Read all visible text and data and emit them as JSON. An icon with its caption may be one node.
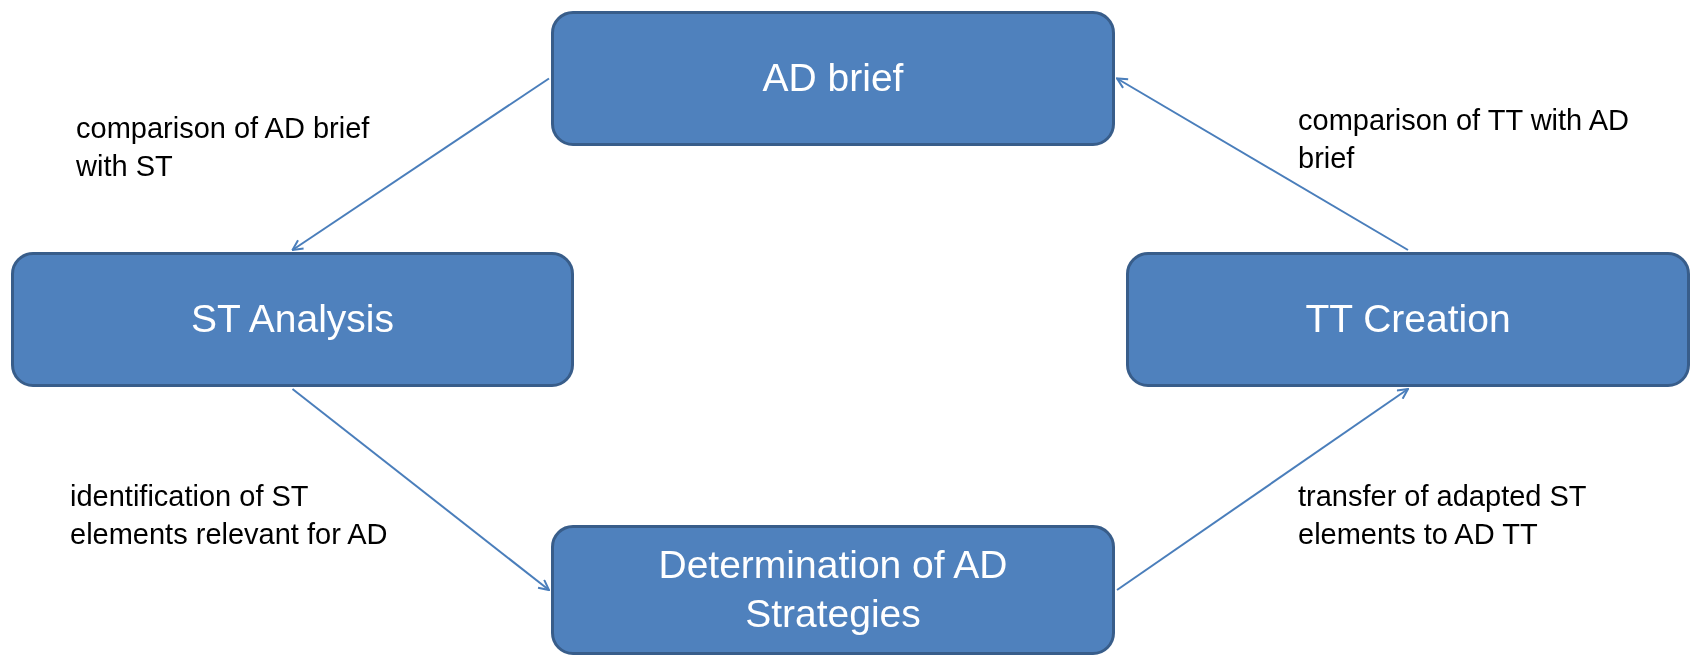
{
  "diagram": {
    "nodes": [
      {
        "text": [
          "AD brief"
        ]
      },
      {
        "text": [
          "ST Analysis"
        ]
      },
      {
        "text": [
          "TT Creation"
        ]
      },
      {
        "text": [
          "Determination of AD Strategies"
        ]
      }
    ],
    "edges": [
      {
        "from": 0,
        "to": 1,
        "arrow": "to",
        "label": "comparison of AD brief with ST"
      },
      {
        "from": 1,
        "to": 3,
        "arrow": "to",
        "label": "identification of ST elements relevant for AD"
      },
      {
        "from": 3,
        "to": 2,
        "arrow": "to",
        "label": "transfer of adapted ST elements to AD TT"
      },
      {
        "from": 2,
        "to": 0,
        "arrow": "to",
        "label": "comparison of TT with AD brief"
      }
    ]
  }
}
